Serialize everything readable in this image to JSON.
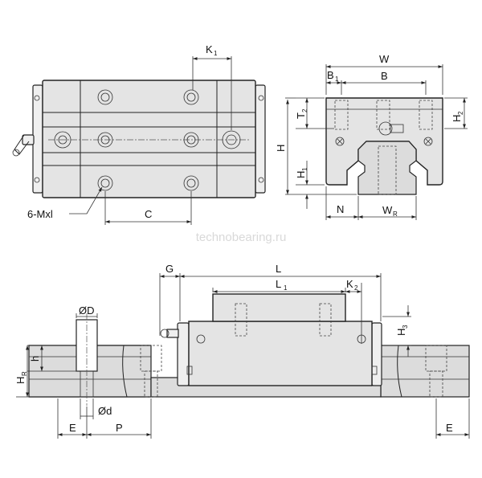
{
  "labels": {
    "K1": "K",
    "K1_sub": "1",
    "C": "C",
    "mounting_holes": "6-Mxl",
    "W": "W",
    "B1": "B",
    "B1_sub": "1",
    "B": "B",
    "T2": "T",
    "T2_sub": "2",
    "H2": "H",
    "H2_sub": "2",
    "H": "H",
    "H1": "H",
    "H1_sub": "1",
    "N": "N",
    "WR": "W",
    "WR_sub": "R",
    "G": "G",
    "L": "L",
    "L1": "L",
    "L1_sub": "1",
    "K2": "K",
    "K2_sub": "2",
    "H3": "H",
    "H3_sub": "3",
    "D": "ØD",
    "h": "h",
    "HR": "H",
    "HR_sub": "R",
    "d": "Ød",
    "E_left": "E",
    "P": "P",
    "E_right": "E"
  },
  "watermark": "technobearing.ru"
}
